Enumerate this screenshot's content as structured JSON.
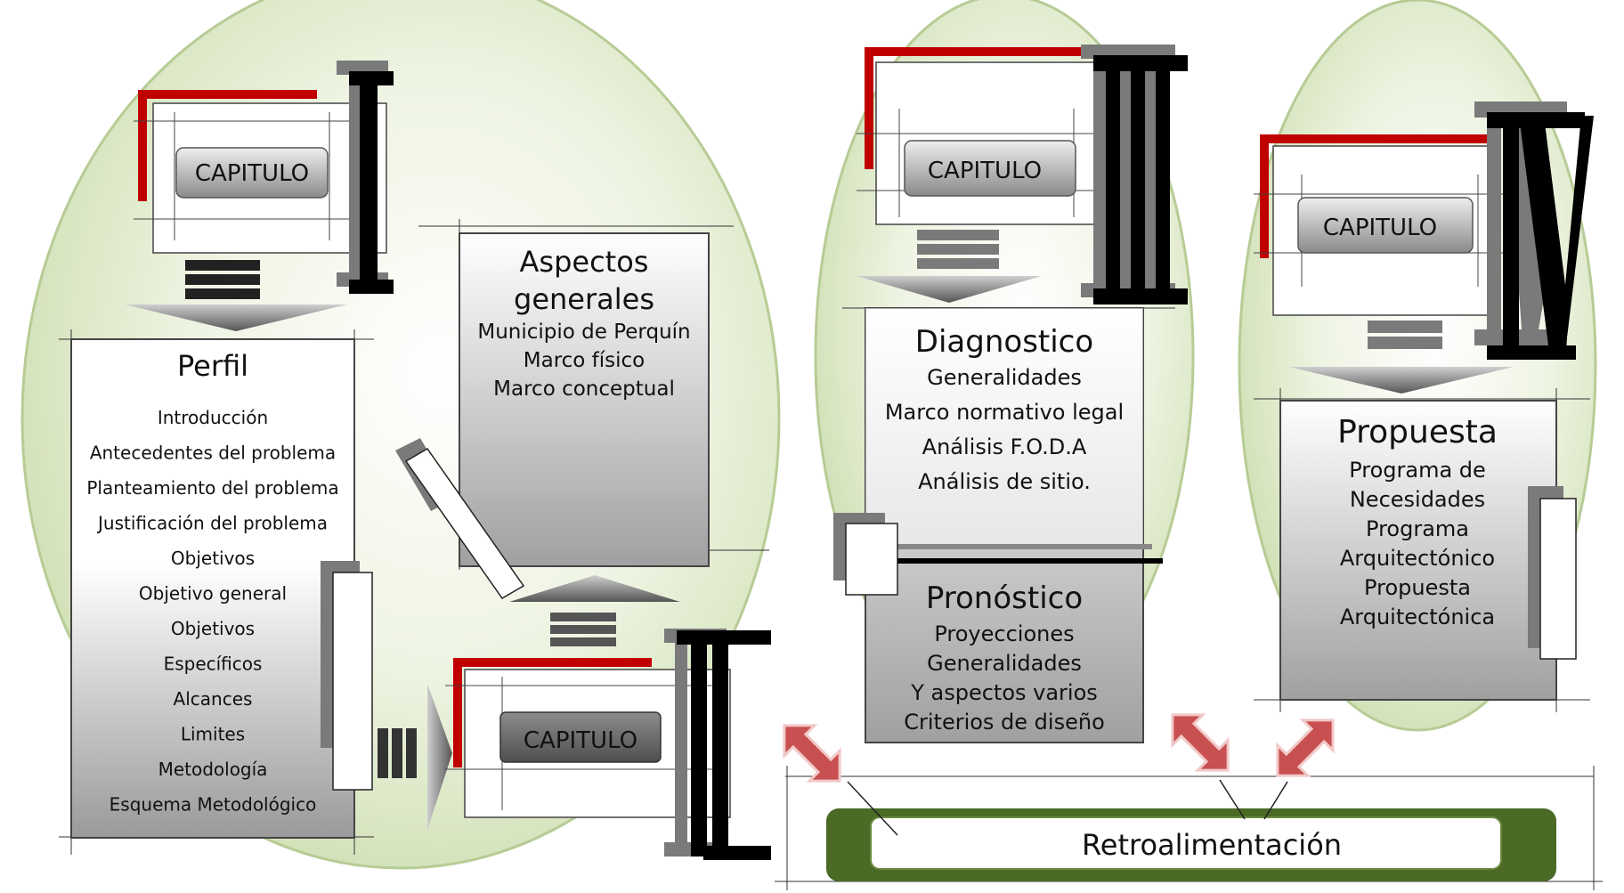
{
  "capitulo_label": "CAPITULO",
  "numerals": [
    "I",
    "II",
    "III",
    "IV"
  ],
  "chapter1": {
    "title": "Perfil",
    "items": [
      "Introducción",
      "Antecedentes del problema",
      "Planteamiento del problema",
      "Justificación del problema",
      "Objetivos",
      "Objetivo general",
      "Objetivos",
      "Específicos",
      "Alcances",
      "Limites",
      "Metodología",
      "Esquema Metodológico"
    ]
  },
  "chapter2": {
    "title_line1": "Aspectos",
    "title_line2": "generales",
    "items": [
      "Municipio de Perquín",
      "Marco físico",
      "Marco conceptual"
    ]
  },
  "chapter3": {
    "title": "Diagnostico",
    "items": [
      "Generalidades",
      "Marco normativo legal",
      "Análisis F.O.D.A",
      "Análisis de sitio."
    ],
    "sub_title": "Pronóstico",
    "sub_items": [
      "Proyecciones",
      "Generalidades",
      "Y aspectos varios",
      "Criterios de diseño"
    ]
  },
  "chapter4": {
    "title": "Propuesta",
    "items": [
      "Programa de",
      "Necesidades",
      "Programa",
      "Arquitectónico",
      "Propuesta",
      "Arquitectónica"
    ]
  },
  "feedback": {
    "label": "Retroalimentación"
  },
  "colors": {
    "ellipse_fill": "#dfe9cc",
    "ellipse_stroke": "#b7cc95",
    "red_accent": "#c00000",
    "feedback_bar": "#4a6a26",
    "feedback_arrow": "#c85050"
  }
}
